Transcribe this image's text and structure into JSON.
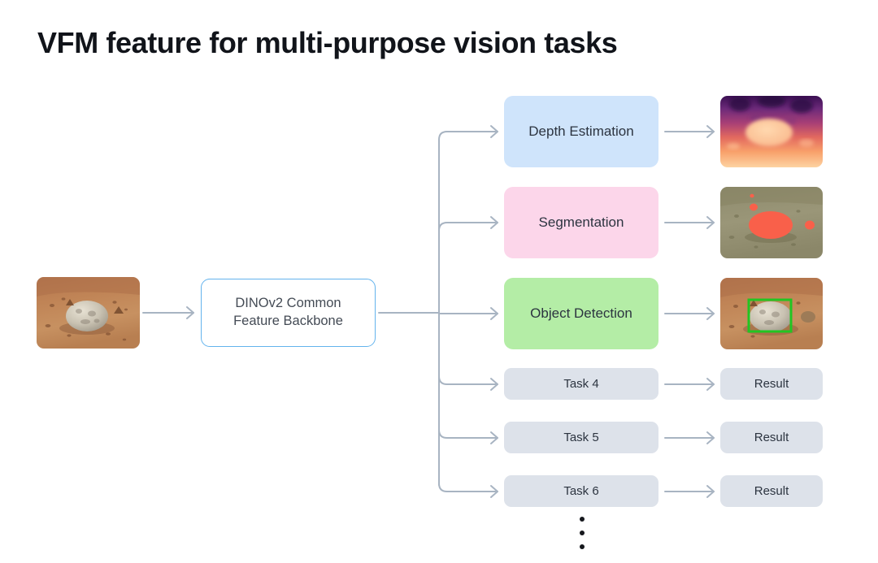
{
  "page": {
    "title": "VFM feature for multi-purpose vision tasks",
    "background": "#ffffff"
  },
  "colors": {
    "title_text": "#11141a",
    "node_text": "#2c3440",
    "connector": "#a8b4c2",
    "backbone_border": "#63b3ed",
    "depth_box": "#cfe4fb",
    "segmentation_box": "#fcd6ea",
    "detection_box": "#b4eda6",
    "neutral_box": "#dde2ea",
    "detection_bbox": "#22c522"
  },
  "input": {
    "label": "mars-rock-input-photo",
    "alt": "Mars surface photograph with a light gray rock on rusty orange soil"
  },
  "backbone": {
    "line1": "DINOv2 Common",
    "line2": "Feature Backbone"
  },
  "tasks": [
    {
      "id": "depth",
      "label": "Depth Estimation",
      "box_color": "#cfe4fb",
      "result_type": "image",
      "result_label": "depth-map-magma-colormap"
    },
    {
      "id": "segmentation",
      "label": "Segmentation",
      "box_color": "#fcd6ea",
      "result_type": "image",
      "result_label": "segmentation-mask-red-overlay"
    },
    {
      "id": "detection",
      "label": "Object Detection",
      "box_color": "#b4eda6",
      "result_type": "image",
      "result_label": "detection-green-bounding-box"
    },
    {
      "id": "task4",
      "label": "Task 4",
      "box_color": "#dde2ea",
      "result_type": "text",
      "result_label": "Result"
    },
    {
      "id": "task5",
      "label": "Task 5",
      "box_color": "#dde2ea",
      "result_type": "text",
      "result_label": "Result"
    },
    {
      "id": "task6",
      "label": "Task 6",
      "box_color": "#dde2ea",
      "result_type": "text",
      "result_label": "Result"
    }
  ],
  "more_indicator": {
    "glyph": "vertical-ellipsis",
    "meaning": "more tasks"
  }
}
